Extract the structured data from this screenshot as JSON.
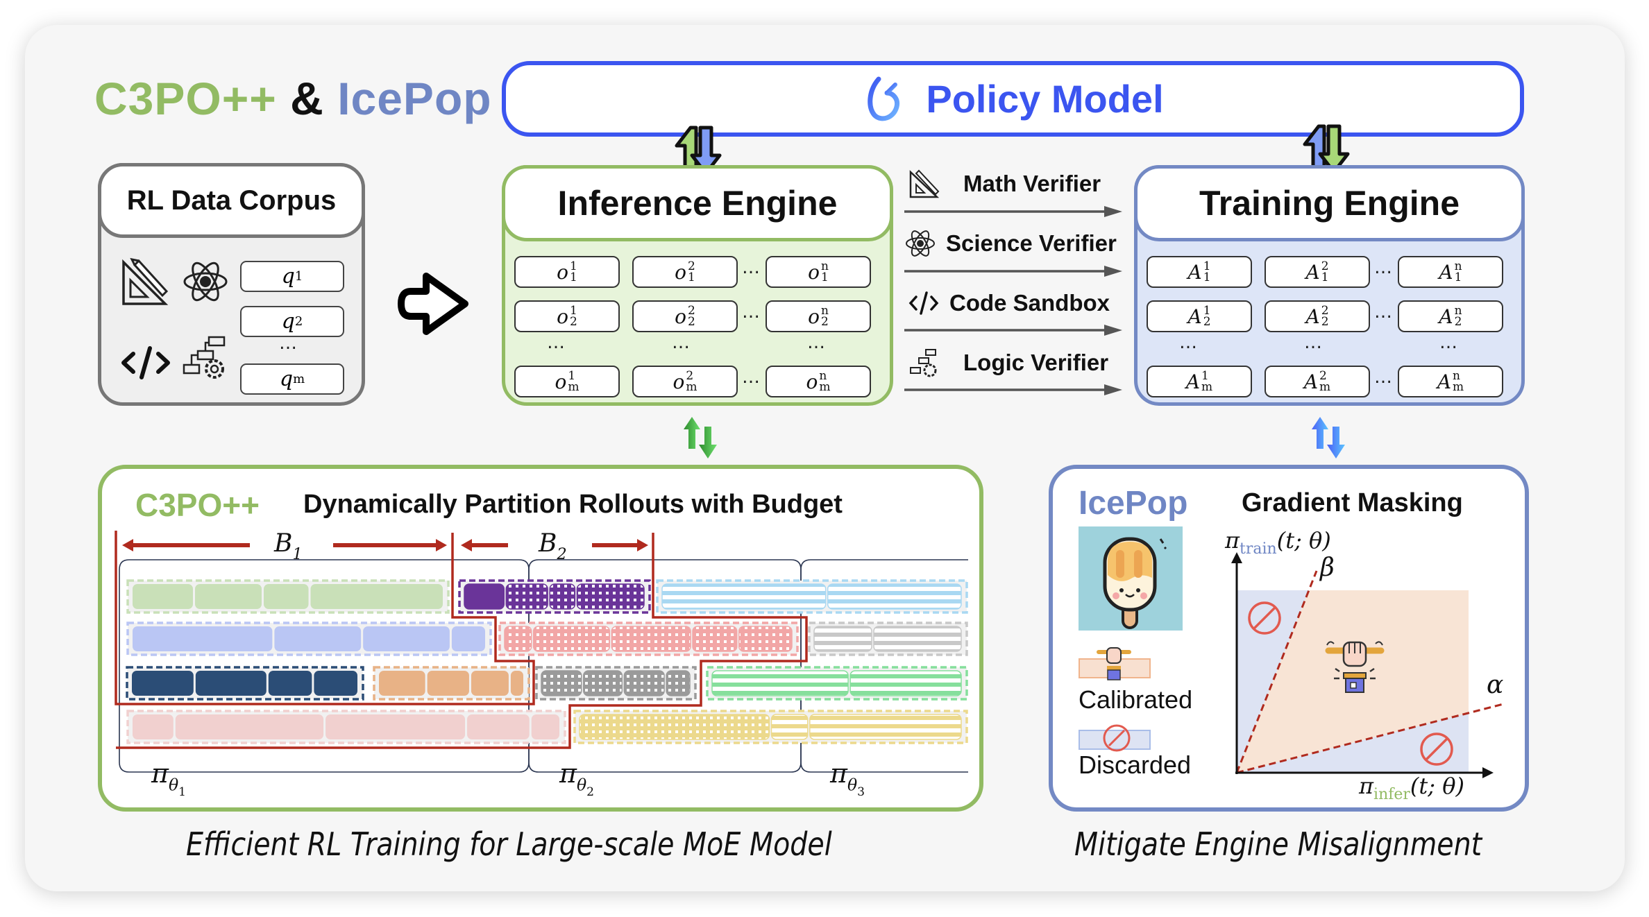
{
  "title": {
    "part1": "C3PO++",
    "sep": "&",
    "part2": "IcePop"
  },
  "policy_model": {
    "label": "Policy Model",
    "icon": "policy-logo-icon"
  },
  "corpus": {
    "title": "RL Data Corpus",
    "icons": [
      "geometry-ruler-icon",
      "atom-icon",
      "code-icon",
      "logic-flow-gear-icon"
    ],
    "queries": [
      {
        "base": "q",
        "sub": "1"
      },
      {
        "base": "q",
        "sub": "2"
      },
      {
        "base": "q",
        "sub": "m"
      }
    ],
    "ellipsis": "…"
  },
  "inference_engine": {
    "title": "Inference Engine",
    "var": "o",
    "rows": [
      [
        {
          "sub": "1",
          "sup": "1"
        },
        {
          "sub": "1",
          "sup": "2"
        },
        {
          "sub": "1",
          "sup": "n"
        }
      ],
      [
        {
          "sub": "2",
          "sup": "1"
        },
        {
          "sub": "2",
          "sup": "2"
        },
        {
          "sub": "2",
          "sup": "n"
        }
      ],
      [
        {
          "sub": "m",
          "sup": "1"
        },
        {
          "sub": "m",
          "sup": "2"
        },
        {
          "sub": "m",
          "sup": "n"
        }
      ]
    ],
    "ellipsis": "…"
  },
  "verifiers": [
    {
      "label": "Math Verifier",
      "icon": "geometry-ruler-icon"
    },
    {
      "label": "Science Verifier",
      "icon": "atom-icon"
    },
    {
      "label": "Code Sandbox",
      "icon": "code-icon"
    },
    {
      "label": "Logic Verifier",
      "icon": "logic-flow-gear-icon"
    }
  ],
  "training_engine": {
    "title": "Training Engine",
    "var": "A",
    "rows": [
      [
        {
          "sub": "1",
          "sup": "1"
        },
        {
          "sub": "1",
          "sup": "2"
        },
        {
          "sub": "1",
          "sup": "n"
        }
      ],
      [
        {
          "sub": "2",
          "sup": "1"
        },
        {
          "sub": "2",
          "sup": "2"
        },
        {
          "sub": "2",
          "sup": "n"
        }
      ],
      [
        {
          "sub": "m",
          "sup": "1"
        },
        {
          "sub": "m",
          "sup": "2"
        },
        {
          "sub": "m",
          "sup": "n"
        }
      ]
    ],
    "ellipsis": "…"
  },
  "c3po_panel": {
    "badge": "C3PO++",
    "title": "Dynamically Partition Rollouts with Budget",
    "budgets": [
      {
        "base": "B",
        "sub": "1"
      },
      {
        "base": "B",
        "sub": "2"
      }
    ],
    "policies": [
      {
        "base": "π",
        "sub": "θ",
        "subsub": "1"
      },
      {
        "base": "π",
        "sub": "θ",
        "subsub": "2"
      },
      {
        "base": "π",
        "sub": "θ",
        "subsub": "3"
      }
    ],
    "rollout_colors": {
      "green": "#c9e0b8",
      "purple": "#6a3499",
      "light_blue": "#a9d8f2",
      "periwinkle": "#bac6f4",
      "salmon": "#f2a6a6",
      "gray_stripe": "#c8c8c8",
      "navy": "#2b4d76",
      "orange": "#e8b286",
      "gray_dot": "#9a9a9a",
      "mint": "#86df9c",
      "pink": "#f1d0cf",
      "yellow": "#ecd98c"
    },
    "accent": "#b02a1e"
  },
  "icepop_panel": {
    "badge": "IcePop",
    "title": "Gradient Masking",
    "legend": [
      {
        "label": "Calibrated",
        "icon": "wrench-fist-icon"
      },
      {
        "label": "Discarded",
        "icon": "prohibited-icon"
      }
    ],
    "y_axis": {
      "base": "π",
      "sub": "train",
      "arg": "(t; θ)"
    },
    "x_axis": {
      "base": "π",
      "sub": "infer",
      "arg": "(t; θ)"
    },
    "thresholds": {
      "upper": "β",
      "lower": "α"
    },
    "colors": {
      "calibrated": "#f8e4d5",
      "discarded": "#dde3f3",
      "train_sub": "#6f86c4",
      "infer_sub": "#92bb63",
      "threshold": "#b02a1e"
    }
  },
  "captions": {
    "left": "Efficient RL Training for Large-scale MoE Model",
    "right": "Mitigate Engine Misalignment"
  }
}
